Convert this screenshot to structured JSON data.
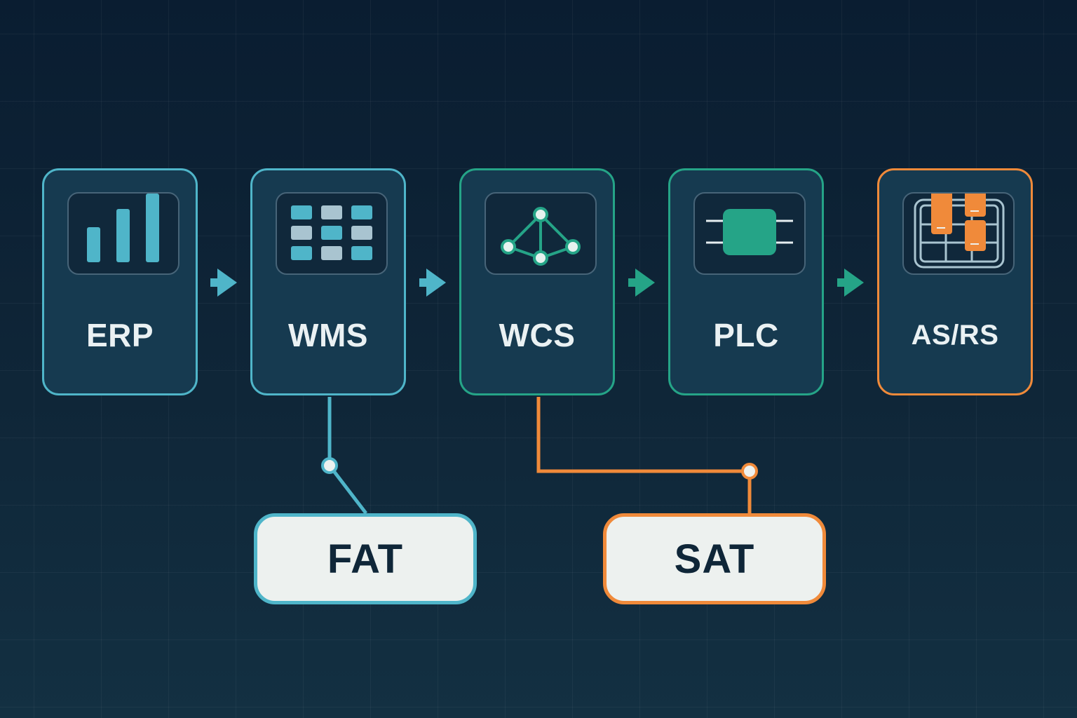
{
  "colors": {
    "blue": "#4fb5c9",
    "green": "#25a487",
    "orange": "#f08a3a",
    "card_fill": "#163a50",
    "box_fill": "#edf1ef"
  },
  "stages": [
    {
      "label": "ERP",
      "icon": "bar-chart-icon"
    },
    {
      "label": "WMS",
      "icon": "grid-icon"
    },
    {
      "label": "WCS",
      "icon": "network-icon"
    },
    {
      "label": "PLC",
      "icon": "chip-icon"
    },
    {
      "label": "AS/RS",
      "icon": "storage-rack-icon"
    }
  ],
  "tests": [
    {
      "label": "FAT",
      "attached_to": "WMS"
    },
    {
      "label": "SAT",
      "attached_to": "WCS"
    }
  ]
}
